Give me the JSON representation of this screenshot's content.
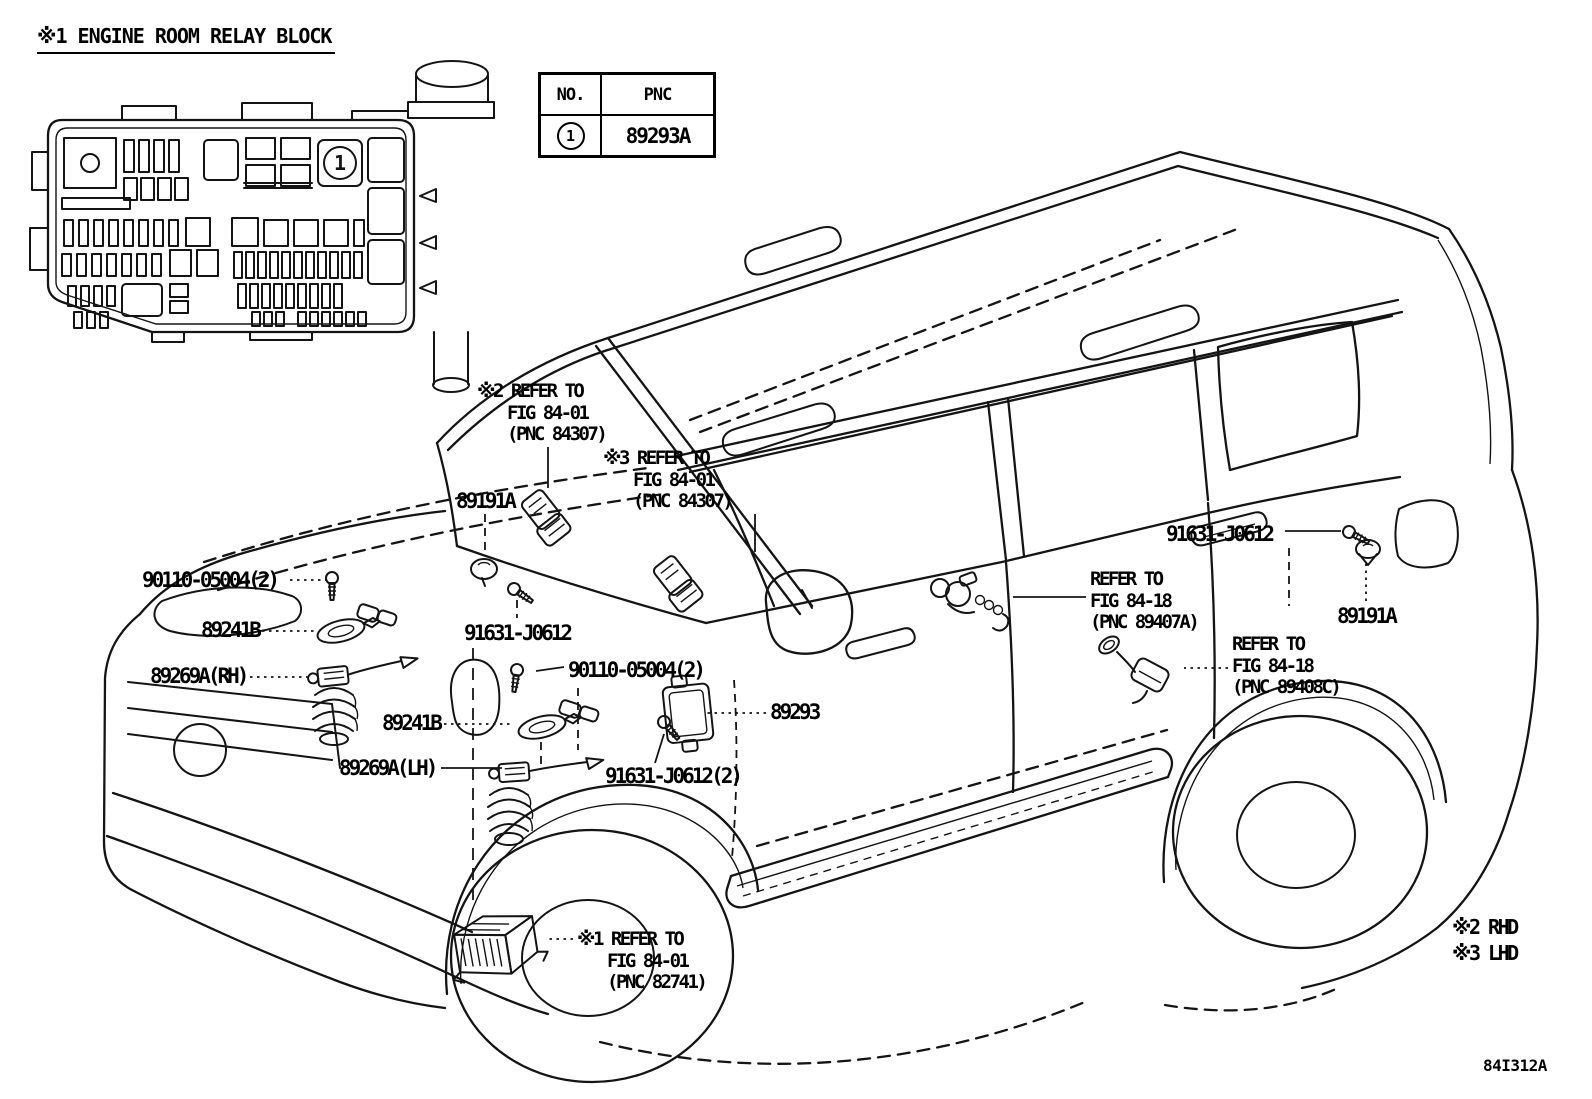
{
  "colors": {
    "line": "#141414",
    "bg": "#ffffff",
    "text": "#000000"
  },
  "title": "※1 ENGINE ROOM RELAY BLOCK",
  "table": {
    "no_header": "NO.",
    "pnc_header": "PNC",
    "row": {
      "no": "1",
      "pnc": "89293A"
    }
  },
  "relay_block": {
    "callout_no": "1"
  },
  "notes": {
    "ref2": {
      "l1": "※2 REFER TO",
      "l2": "FIG 84-01",
      "l3": "(PNC 84307)"
    },
    "ref3": {
      "l1": "※3 REFER TO",
      "l2": "FIG 84-01",
      "l3": "(PNC 84307)"
    },
    "ref1": {
      "l1": "※1 REFER TO",
      "l2": "FIG 84-01",
      "l3": "(PNC 82741)"
    },
    "ref_89407a": {
      "l1": "REFER TO",
      "l2": "FIG 84-18",
      "l3": "(PNC 89407A)"
    },
    "ref_89408c": {
      "l1": "REFER TO",
      "l2": "FIG 84-18",
      "l3": "(PNC 89408C)"
    }
  },
  "part_labels": {
    "front_grommet": "89191A",
    "front_bolt": "90110-05004(2)",
    "ring_rh": "89241B",
    "sensor_rh": "89269A(RH)",
    "screw_front": "91631-J0612",
    "bolt_lh": "90110-05004(2)",
    "ring_lh": "89241B",
    "sensor_lh": "89269A(LH)",
    "ecu": "89293",
    "screw_ecu": "91631-J0612(2)",
    "screw_rear": "91631-J0612",
    "rear_grommet": "89191A"
  },
  "legend": {
    "rhd": "※2 RHD",
    "lhd": "※3 LHD"
  },
  "figure_code": "84I312A"
}
